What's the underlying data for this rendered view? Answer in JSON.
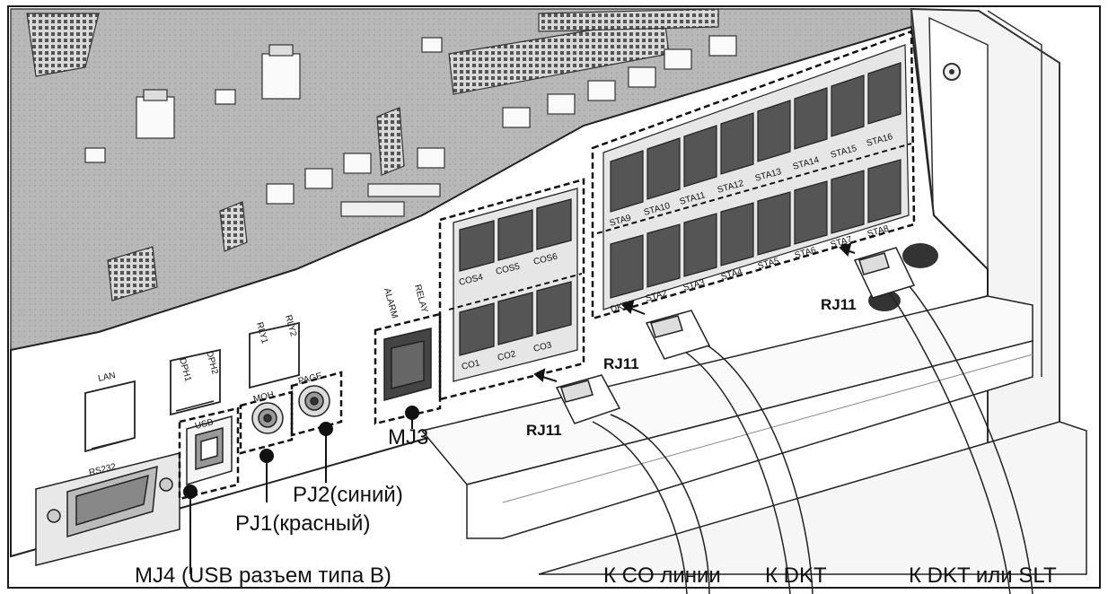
{
  "ports": {
    "lan": "LAN",
    "dph1": "DPH1",
    "dph2": "DPH2",
    "rly1": "RLY1",
    "rly2": "RLY2",
    "alarm": "ALARM",
    "relay": "RELAY",
    "usb": "USB",
    "moh": "MOH",
    "page": "PAGE",
    "rs232": "RS232",
    "co": [
      "CO1",
      "CO2",
      "CO3"
    ],
    "cos": [
      "COS4",
      "COS5",
      "COS6"
    ],
    "sta_top": [
      "STA9",
      "STA10",
      "STA11",
      "STA12",
      "STA13",
      "STA14",
      "STA15",
      "STA16"
    ],
    "sta_bottom": [
      "DKT1",
      "STA2",
      "STA3",
      "STA4",
      "STA5",
      "STA6",
      "STA7",
      "STA8"
    ]
  },
  "connectors": {
    "rj11_a": "RJ11",
    "rj11_b": "RJ11",
    "rj11_c": "RJ11"
  },
  "callouts": {
    "mj3": "MJ3",
    "pj2": "PJ2(синий)",
    "pj1": "PJ1(красный)",
    "mj4": "MJ4 (USB разъем типа B)",
    "to_co": "К CO линии",
    "to_dkt": "К DKT",
    "to_dkt_slt": "К DKT или SLT"
  }
}
